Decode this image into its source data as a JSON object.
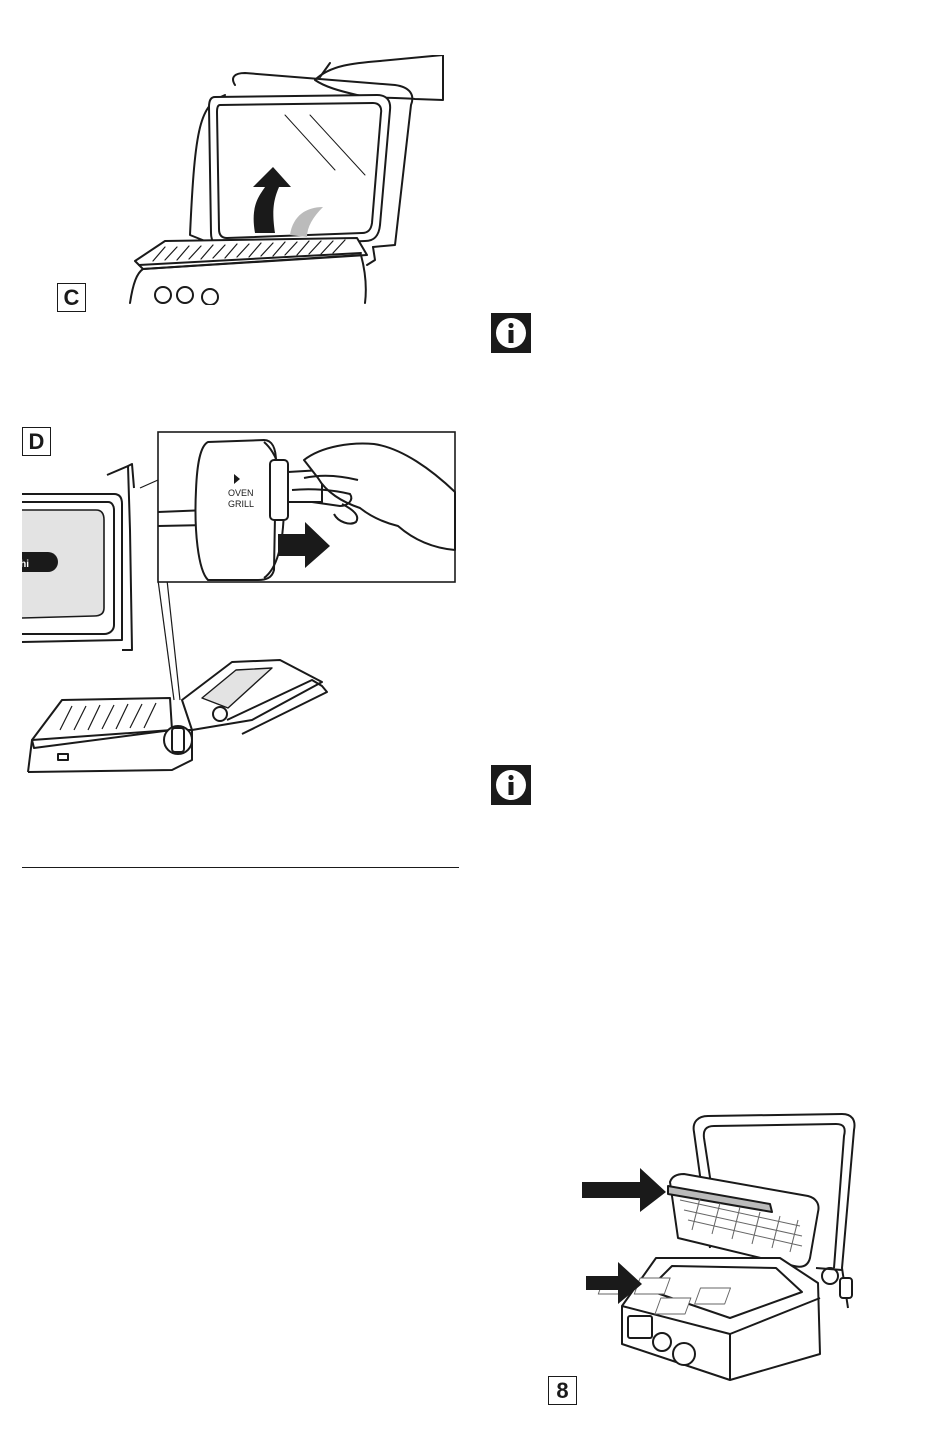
{
  "figures": {
    "c": {
      "label": "C"
    },
    "d": {
      "label": "D",
      "knob_text_line1": "OVEN",
      "knob_text_line2": "GRILL",
      "grill_brand": "ghi"
    },
    "eight": {
      "label": "8"
    }
  },
  "icons": [
    "info-icon",
    "info-icon"
  ]
}
